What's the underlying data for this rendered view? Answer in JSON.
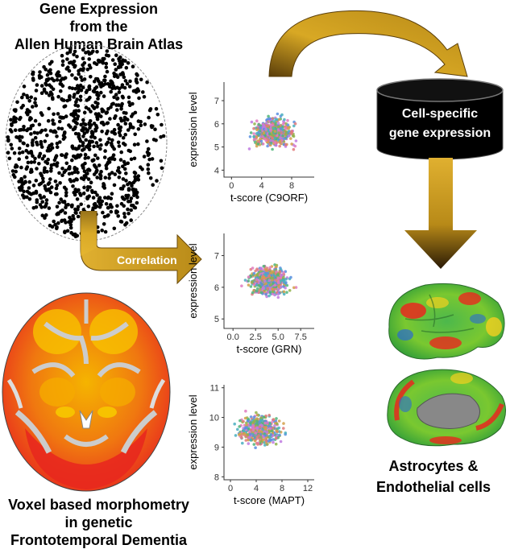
{
  "titles": {
    "gene_expression_lines": [
      "Gene Expression",
      "from the",
      "Allen Human Brain Atlas"
    ],
    "vbm_lines": [
      "Voxel based morphometry",
      "in genetic",
      "Frontotemporal Dementia"
    ],
    "cells_lines": [
      "Astrocytes &",
      "Endothelial cells"
    ]
  },
  "nodes": {
    "correlation": "Correlation",
    "database_lines": [
      "Cell-specific",
      "gene expression"
    ]
  },
  "chart_data": [
    {
      "type": "scatter",
      "xlabel": "t-score (C9ORF)",
      "ylabel": "expression level",
      "xticks": [
        0,
        4,
        8
      ],
      "yticks": [
        4,
        5,
        6,
        7
      ],
      "xlim": [
        -1,
        11
      ],
      "ylim": [
        3.7,
        7.8
      ],
      "cluster": {
        "x_center": 5.5,
        "y_center": 5.6
      }
    },
    {
      "type": "scatter",
      "xlabel": "t-score (GRN)",
      "ylabel": "expression level",
      "xticks": [
        "0.0",
        "2.5",
        "5.0",
        "7.5"
      ],
      "yticks": [
        5,
        6,
        7
      ],
      "xlim": [
        -1,
        9
      ],
      "ylim": [
        4.7,
        7.7
      ],
      "cluster": {
        "x_center": 4.0,
        "y_center": 6.2
      }
    },
    {
      "type": "scatter",
      "xlabel": "t-score (MAPT)",
      "ylabel": "expression level",
      "xticks": [
        0,
        4,
        8,
        12
      ],
      "yticks": [
        8,
        9,
        10,
        11
      ],
      "xlim": [
        -1,
        13
      ],
      "ylim": [
        7.9,
        11.1
      ],
      "cluster": {
        "x_center": 4.5,
        "y_center": 9.6
      }
    }
  ],
  "colors": {
    "arrow_gold": "#C89B1A",
    "arrow_dark": "#5A3E0A",
    "point_colors": [
      "#E07A7A",
      "#D4A04A",
      "#8FB34A",
      "#4FB57A",
      "#4AAFC0",
      "#5A8FE0",
      "#C07AE0",
      "#E07AC0"
    ],
    "brain_red": "#E8281E",
    "brain_yellow": "#F5B400"
  }
}
